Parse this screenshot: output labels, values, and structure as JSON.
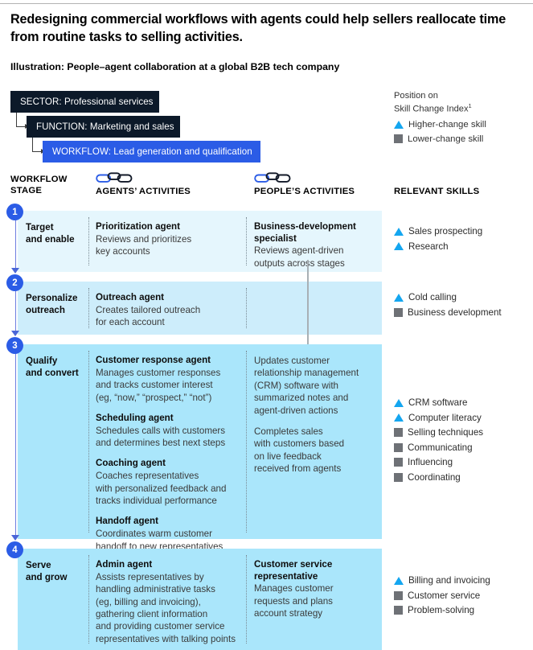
{
  "headline": "Redesigning commercial workflows with agents could help sellers reallocate time from routine tasks to selling activities.",
  "subhead": "Illustration: People–agent collaboration at a global B2B tech company",
  "hierarchy": {
    "sector": "SECTOR: Professional services",
    "function": "FUNCTION: Marketing and sales",
    "workflow": "WORKFLOW: Lead generation and qualification"
  },
  "legend": {
    "title_line1": "Position on",
    "title_line2": "Skill Change Index",
    "footnote_marker": "1",
    "items": [
      {
        "marker": "triangle",
        "label": "Higher-change skill"
      },
      {
        "marker": "square",
        "label": "Lower-change skill"
      }
    ]
  },
  "columns": {
    "stage_line1": "WORKFLOW",
    "stage_line2": "STAGE",
    "agents": "AGENTS’ ACTIVITIES",
    "people": "PEOPLE’S  ACTIVITIES",
    "skills": "RELEVANT SKILLS"
  },
  "colors": {
    "accent_blue": "#2b5ce6",
    "workflow_box": "#2b5ce6",
    "dark_box": "#0c1929",
    "band_light": "#e5f6fd",
    "band_mid": "#cdedfb",
    "band_strong": "#aae6fb",
    "triangle": "#14a6f0",
    "square": "#6e7176"
  },
  "stages": [
    {
      "number": "1",
      "stage_line1": "Target",
      "stage_line2": "and enable",
      "agents": [
        {
          "role": "Prioritization agent",
          "desc": "Reviews and prioritizes\nkey accounts"
        }
      ],
      "people": [
        {
          "role": "Business-development\nspecialist",
          "desc": "Reviews agent-driven\noutputs across stages"
        }
      ],
      "skills": [
        {
          "marker": "triangle",
          "label": "Sales prospecting"
        },
        {
          "marker": "triangle",
          "label": "Research"
        }
      ]
    },
    {
      "number": "2",
      "stage_line1": "Personalize",
      "stage_line2": "outreach",
      "agents": [
        {
          "role": "Outreach agent",
          "desc": "Creates tailored outreach\nfor each account"
        }
      ],
      "people": [],
      "skills": [
        {
          "marker": "triangle",
          "label": "Cold calling"
        },
        {
          "marker": "square",
          "label": "Business development"
        }
      ]
    },
    {
      "number": "3",
      "stage_line1": "Qualify",
      "stage_line2": "and convert",
      "agents": [
        {
          "role": "Customer response agent",
          "desc": "Manages customer responses\nand tracks customer interest\n(eg, “now,” “prospect,” “not”)"
        },
        {
          "role": "Scheduling agent",
          "desc": "Schedules calls with customers\nand determines best next steps"
        },
        {
          "role": "Coaching agent",
          "desc": "Coaches representatives\nwith personalized feedback and\ntracks individual performance"
        },
        {
          "role": "Handoff agent",
          "desc": "Coordinates warm customer\nhandoff to new representatives"
        }
      ],
      "people": [
        {
          "role": "",
          "desc": "Updates customer\nrelationship management\n(CRM) software with\nsummarized notes and\nagent-driven actions"
        },
        {
          "role": "",
          "desc": "Completes sales\nwith customers based\non live feedback\nreceived from agents"
        }
      ],
      "skills": [
        {
          "marker": "triangle",
          "label": "CRM software"
        },
        {
          "marker": "triangle",
          "label": "Computer literacy"
        },
        {
          "marker": "square",
          "label": "Selling techniques"
        },
        {
          "marker": "square",
          "label": "Communicating"
        },
        {
          "marker": "square",
          "label": "Influencing"
        },
        {
          "marker": "square",
          "label": "Coordinating"
        }
      ]
    },
    {
      "number": "4",
      "stage_line1": "Serve",
      "stage_line2": "and grow",
      "agents": [
        {
          "role": "Admin agent",
          "desc": "Assists representatives by\nhandling administrative tasks\n(eg, billing and invoicing),\ngathering client information\nand providing customer service\nrepresentatives with talking points"
        }
      ],
      "people": [
        {
          "role": "Customer service\nrepresentative",
          "desc": "Manages customer\nrequests and plans\naccount strategy"
        }
      ],
      "skills": [
        {
          "marker": "triangle",
          "label": "Billing and invoicing"
        },
        {
          "marker": "square",
          "label": "Customer service"
        },
        {
          "marker": "square",
          "label": "Problem-solving"
        }
      ]
    }
  ]
}
